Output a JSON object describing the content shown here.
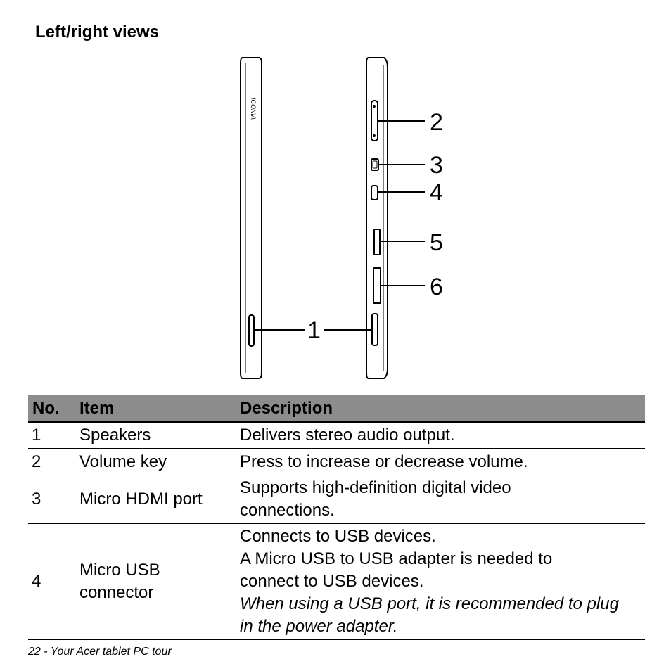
{
  "section": {
    "heading": "Left/right views"
  },
  "figure": {
    "brand_text": "ICONIA",
    "callouts": [
      "1",
      "2",
      "3",
      "4",
      "5",
      "6"
    ]
  },
  "table": {
    "headers": {
      "no": "No.",
      "item": "Item",
      "description": "Description"
    },
    "rows": [
      {
        "no": "1",
        "item": "Speakers",
        "description": [
          "Delivers stereo audio output."
        ]
      },
      {
        "no": "2",
        "item": "Volume key",
        "description": [
          "Press to increase or decrease volume."
        ]
      },
      {
        "no": "3",
        "item": "Micro HDMI port",
        "description": [
          "Supports high-definition digital video connections."
        ]
      },
      {
        "no": "4",
        "item": "Micro USB connector",
        "description": [
          "Connects to USB devices.",
          "A Micro USB to USB adapter is needed to connect to USB devices."
        ],
        "note": "When using a USB port, it is recommended to plug in the power adapter."
      }
    ]
  },
  "footer": {
    "text": "22 - Your Acer tablet PC tour"
  }
}
